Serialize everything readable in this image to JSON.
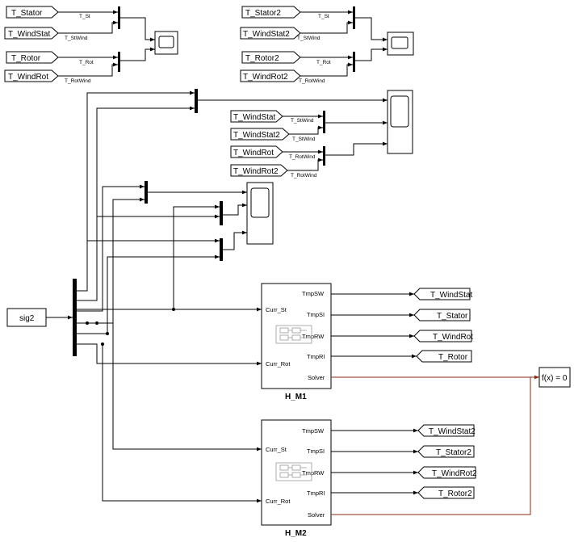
{
  "diagram": {
    "from_tags": {
      "t_stator": "T_Stator",
      "t_windstat": "T_WindStat",
      "t_rotor": "T_Rotor",
      "t_windrot": "T_WindRot",
      "t_stator2": "T_Stator2",
      "t_windstat2": "T_WindStat2",
      "t_rotor2": "T_Rotor2",
      "t_windrot2": "T_WindRot2",
      "t_windstat_b": "T_WindStat",
      "t_windstat2_b": "T_WindStat2",
      "t_windrot_b": "T_WindRot",
      "t_windrot2_b": "T_WindRot2"
    },
    "signal_labels": {
      "t_st": "T_St",
      "t_stwind": "T_StWind",
      "t_rot": "T_Rot",
      "t_rotwind": "T_RotWind"
    },
    "input": {
      "label": "sig2"
    },
    "subsystem1": {
      "name": "H_M1",
      "in_ports": [
        "Curr_St",
        "Curr_Rot"
      ],
      "out_ports": [
        "TmpSW",
        "TmpSI",
        "TmpRW",
        "TmpRI",
        "Solver"
      ]
    },
    "subsystem2": {
      "name": "H_M2",
      "in_ports": [
        "Curr_St",
        "Curr_Rot"
      ],
      "out_ports": [
        "TmpSW",
        "TmpSI",
        "TmpRW",
        "TmpRI",
        "Solver"
      ]
    },
    "goto_tags_1": [
      "T_WindStat",
      "T_Stator",
      "T_WindRot",
      "T_Rotor"
    ],
    "goto_tags_2": [
      "T_WindStat2",
      "T_Stator2",
      "T_WindRot2",
      "T_Rotor2"
    ],
    "solver_config": {
      "label": "f(x) = 0"
    }
  },
  "colors": {
    "wire": "#000000",
    "solver_wire": "#8b2a12",
    "background": "#ffffff"
  }
}
